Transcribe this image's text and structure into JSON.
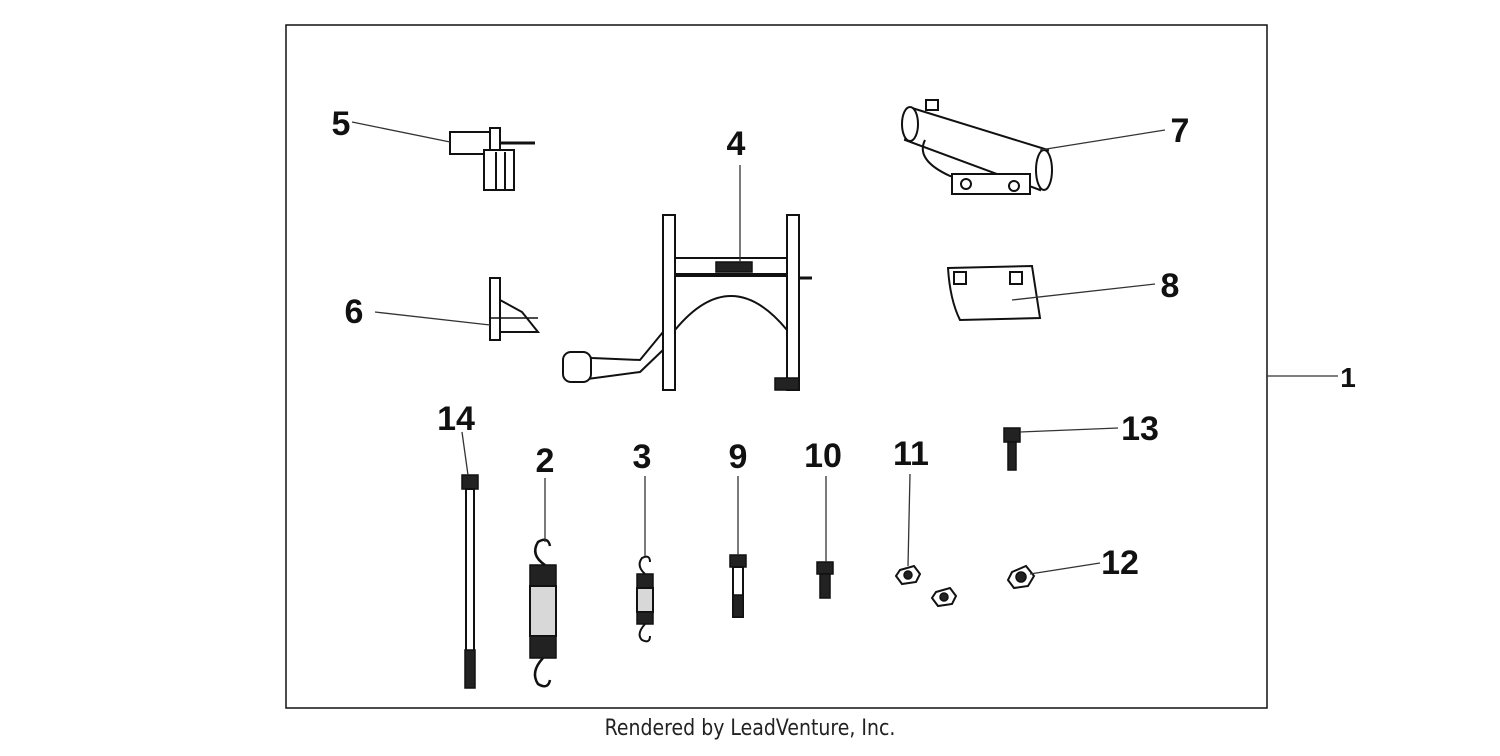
{
  "diagram": {
    "assembly_label": "1",
    "callouts": [
      {
        "id": "c1",
        "label": "1"
      },
      {
        "id": "c2",
        "label": "2"
      },
      {
        "id": "c3",
        "label": "3"
      },
      {
        "id": "c4",
        "label": "4"
      },
      {
        "id": "c5",
        "label": "5"
      },
      {
        "id": "c6",
        "label": "6"
      },
      {
        "id": "c7",
        "label": "7"
      },
      {
        "id": "c8",
        "label": "8"
      },
      {
        "id": "c9",
        "label": "9"
      },
      {
        "id": "c10",
        "label": "10"
      },
      {
        "id": "c11",
        "label": "11"
      },
      {
        "id": "c12",
        "label": "12"
      },
      {
        "id": "c13",
        "label": "13"
      },
      {
        "id": "c14",
        "label": "14"
      }
    ]
  },
  "footer": {
    "text": "Rendered by LeadVenture, Inc."
  }
}
